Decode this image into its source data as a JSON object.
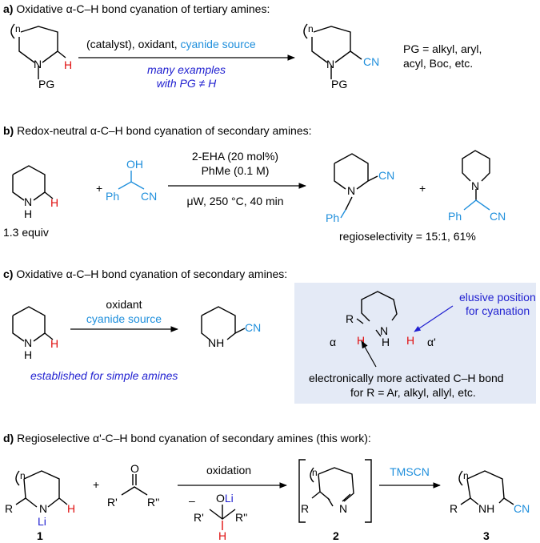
{
  "colors": {
    "blue": "#1f8fdc",
    "navy": "#1f1fd0",
    "red": "#e01010",
    "panel": "#e4eaf6",
    "ink": "#000000"
  },
  "section_a": {
    "letter": "a)",
    "title": "Oxidative α-C–H bond cyanation of tertiary amines:",
    "arrow_above_black": "(catalyst), oxidant, ",
    "arrow_above_blue": "cyanide source",
    "arrow_below_1": "many examples",
    "arrow_below_2": "with PG ≠ H",
    "ring_n": "n",
    "n_atom": "N",
    "pg": "PG",
    "h": "H",
    "cn": "CN",
    "pg_def_1": "PG = alkyl, aryl,",
    "pg_def_2": "acyl, Boc, etc."
  },
  "section_b": {
    "letter": "b)",
    "title": "Redox-neutral α-C–H bond cyanation of secondary amines:",
    "nh": "N",
    "nh_h": "H",
    "h": "H",
    "equiv": "1.3 equiv",
    "plus": "+",
    "oh": "OH",
    "ph": "Ph",
    "cn": "CN",
    "cond_1": "2-EHA (20 mol%)",
    "cond_2": "PhMe (0.1 M)",
    "cond_3": "μW, 250 °C, 40 min",
    "prod_n": "N",
    "prod_cn": "CN",
    "prod_ph": "Ph",
    "plus2": "+",
    "prod2_n": "N",
    "prod2_ph": "Ph",
    "prod2_cn": "CN",
    "regio": "regioselectivity = 15:1, 61%"
  },
  "section_c": {
    "letter": "c)",
    "title": "Oxidative α-C–H bond cyanation of secondary amines:",
    "nh": "N",
    "nh_h": "H",
    "h": "H",
    "arrow_above_1": "oxidant",
    "arrow_above_2": "cyanide source",
    "prod_nh": "NH",
    "prod_cn": "CN",
    "note": "established for simple amines",
    "panel": {
      "r": "R",
      "alpha": "α",
      "h_left": "H",
      "n": "N",
      "n_h": "H",
      "h_right": "H",
      "alpha_prime": "α'",
      "elusive_1": "elusive position",
      "elusive_2": "for cyanation",
      "activated_1": "electronically more activated C–H bond",
      "activated_2": "for R = Ar, alkyl, allyl, etc."
    }
  },
  "section_d": {
    "letter": "d)",
    "title": "Regioselective α'-C–H bond cyanation of secondary amines (this work):",
    "n": "n",
    "r": "R",
    "n_atom": "N",
    "li": "Li",
    "h": "H",
    "label_1": "1",
    "plus": "+",
    "o": "O",
    "r1": "R'",
    "r2": "R''",
    "arrow_above": "oxidation",
    "minus": "–",
    "oli": "OLi",
    "r1b": "R'",
    "r2b": "R''",
    "hb": "H",
    "imine_n": "n",
    "imine_r": "R",
    "imine_N": "N",
    "label_2": "2",
    "tmscn": "TMSCN",
    "prod_n": "n",
    "prod_r": "R",
    "prod_nh": "NH",
    "prod_cn": "CN",
    "label_3": "3"
  }
}
